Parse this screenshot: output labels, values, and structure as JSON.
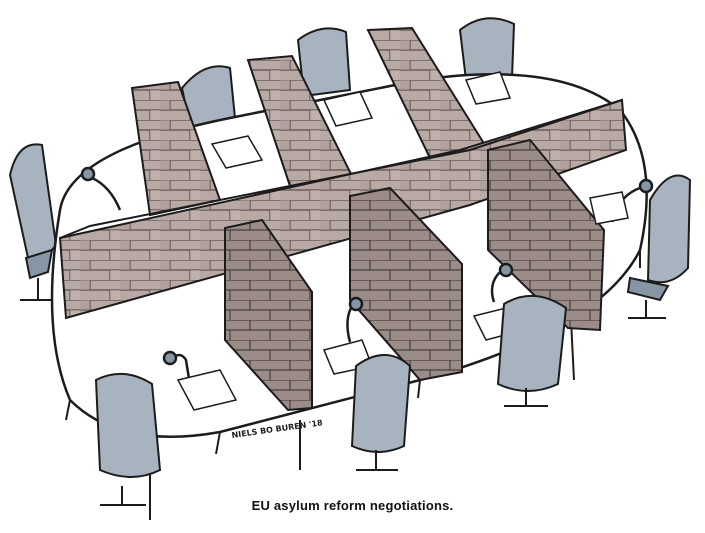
{
  "caption": "EU asylum reform negotiations.",
  "signature": "NIELS BO BUREN '18",
  "colors": {
    "brick": "#b8a9a4",
    "brick_dark": "#9b8c87",
    "chair": "#a7b3bf",
    "chair_dark": "#8796a4",
    "table": "#ffffff",
    "outline": "#1c1c1c"
  },
  "icons": [
    "brick-wall",
    "office-chair",
    "microphone",
    "paper-sheet",
    "pen",
    "conference-table"
  ]
}
